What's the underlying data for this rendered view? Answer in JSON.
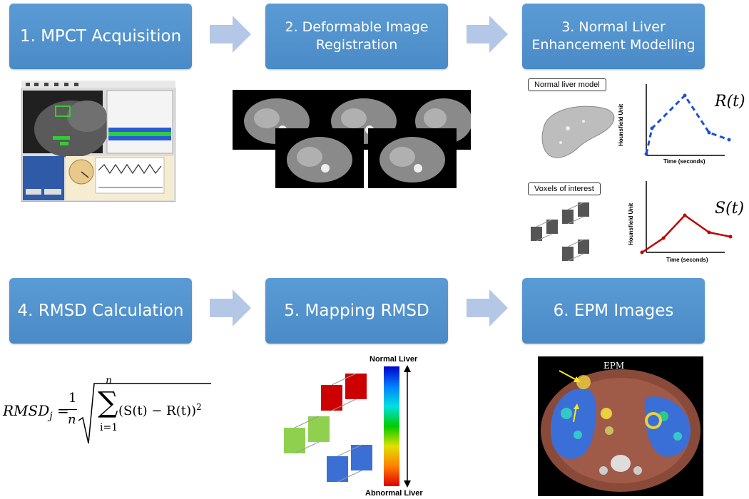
{
  "steps": {
    "s1": "1. MPCT Acquisition",
    "s2": "2. Deformable Image Registration",
    "s3": "3. Normal Liver Enhancement Modelling",
    "s4": "4. RMSD Calculation",
    "s5": "5. Mapping RMSD",
    "s6": "6. EPM Images"
  },
  "modelling": {
    "normal_label": "Normal liver model",
    "voxels_label": "Voxels of interest",
    "r_label": "R(t)",
    "s_label": "S(t)",
    "y_axis": "Hounsfield Unit",
    "x_axis": "Time (seconds)"
  },
  "formula": {
    "lhs": "RMSD",
    "sub": "j",
    "eq": "=",
    "num": "1",
    "den": "n",
    "sum_top": "n",
    "sum_bottom": "i=1",
    "body": "(S(t) − R(t))",
    "exp": "2"
  },
  "mapping": {
    "top": "Normal Liver",
    "bottom": "Abnormal Liver"
  },
  "epm": {
    "label": "EPM"
  },
  "colors": {
    "step_fill": "#5b9bd5",
    "arrow_fill": "#b4c7e7",
    "curve_R": "#1f4fd1",
    "curve_S": "#c00000"
  }
}
